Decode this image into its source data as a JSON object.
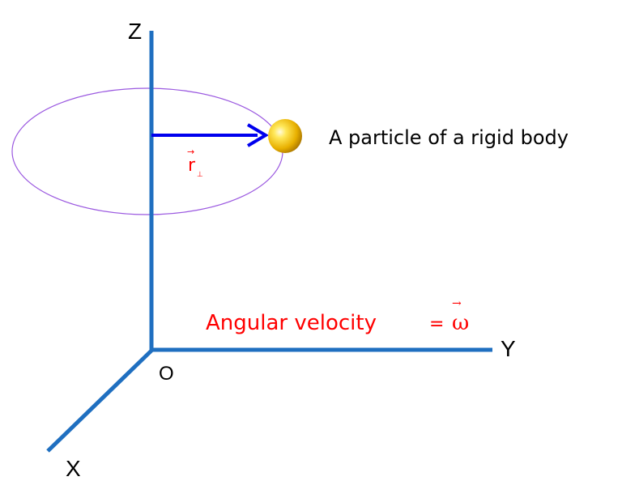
{
  "axes": {
    "z_label": "Z",
    "y_label": "Y",
    "x_label": "X",
    "origin_label": "O"
  },
  "particle": {
    "caption": "A particle of a rigid body"
  },
  "radius_vector": {
    "symbol": "r",
    "subscript": "⊥",
    "arrow_mark": "→"
  },
  "angular_velocity": {
    "text": "Angular velocity",
    "equals": "=",
    "symbol": "ω",
    "arrow_mark": "→"
  },
  "colors": {
    "axis": "#1f6fc0",
    "orbit": "#9b59e0",
    "radius_arrow": "#0000ee",
    "label_red": "#ff0000",
    "particle": "#f2c40c"
  }
}
